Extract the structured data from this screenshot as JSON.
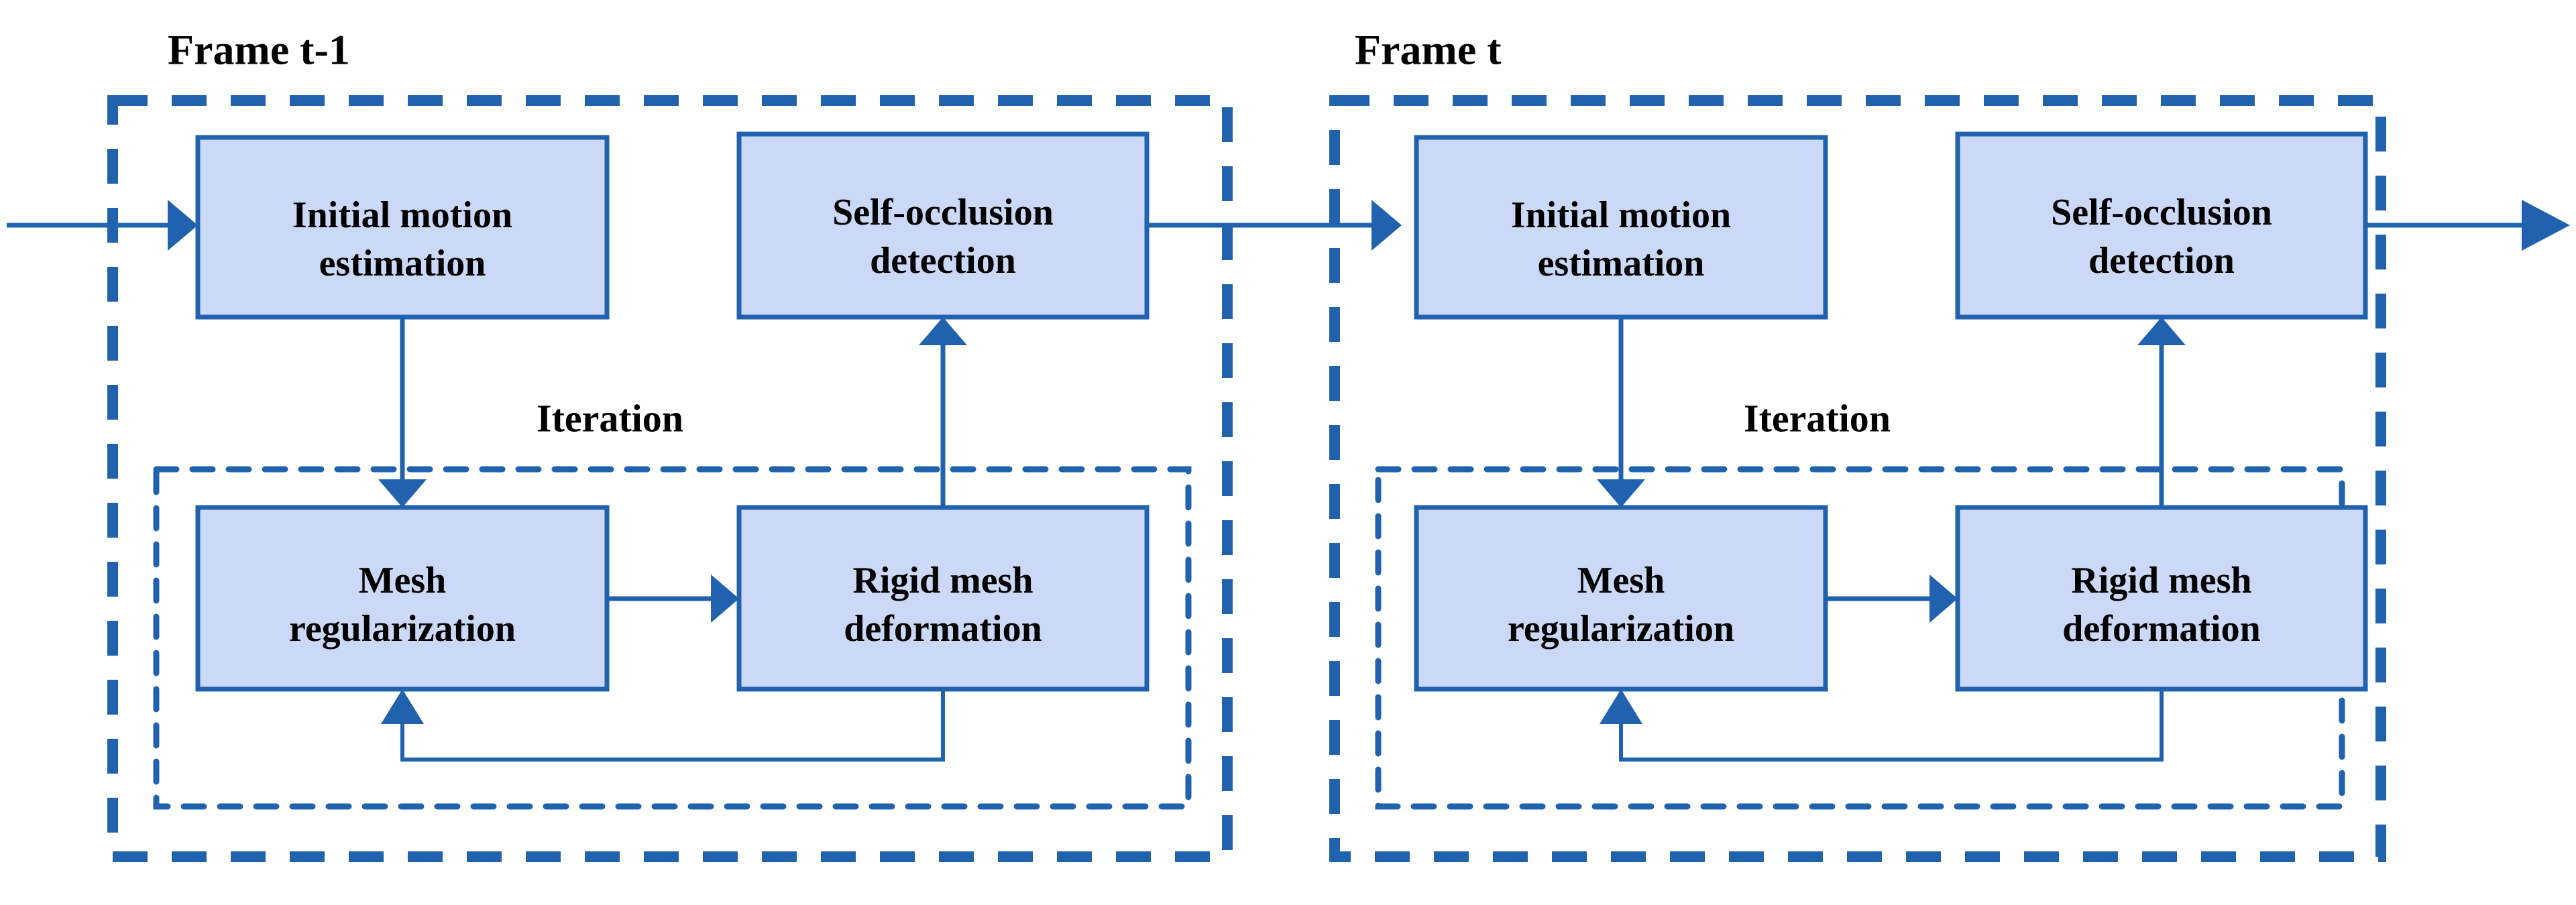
{
  "diagram": {
    "title_left": "Frame t-1",
    "title_right": "Frame t",
    "iteration_label_left": "Iteration",
    "iteration_label_right": "Iteration",
    "colors": {
      "box_fill": "#ccd8f7",
      "box_stroke": "#2062ad",
      "connector": "#2062ad",
      "text": "#000000",
      "background": "#ffffff"
    },
    "panels": [
      {
        "name": "frame-t-minus-1",
        "title": "Frame t-1",
        "iteration_label": "Iteration",
        "boxes": [
          {
            "id": "initial-motion-estimation",
            "line1": "Initial motion",
            "line2": "estimation"
          },
          {
            "id": "self-occlusion-detection",
            "line1": "Self-occlusion",
            "line2": "detection"
          },
          {
            "id": "mesh-regularization",
            "line1": "Mesh",
            "line2": "regularization"
          },
          {
            "id": "rigid-mesh-deformation",
            "line1": "Rigid mesh",
            "line2": "deformation"
          }
        ]
      },
      {
        "name": "frame-t",
        "title": "Frame t",
        "iteration_label": "Iteration",
        "boxes": [
          {
            "id": "initial-motion-estimation",
            "line1": "Initial motion",
            "line2": "estimation"
          },
          {
            "id": "self-occlusion-detection",
            "line1": "Self-occlusion",
            "line2": "detection"
          },
          {
            "id": "mesh-regularization",
            "line1": "Mesh",
            "line2": "regularization"
          },
          {
            "id": "rigid-mesh-deformation",
            "line1": "Rigid mesh",
            "line2": "deformation"
          }
        ]
      }
    ]
  }
}
